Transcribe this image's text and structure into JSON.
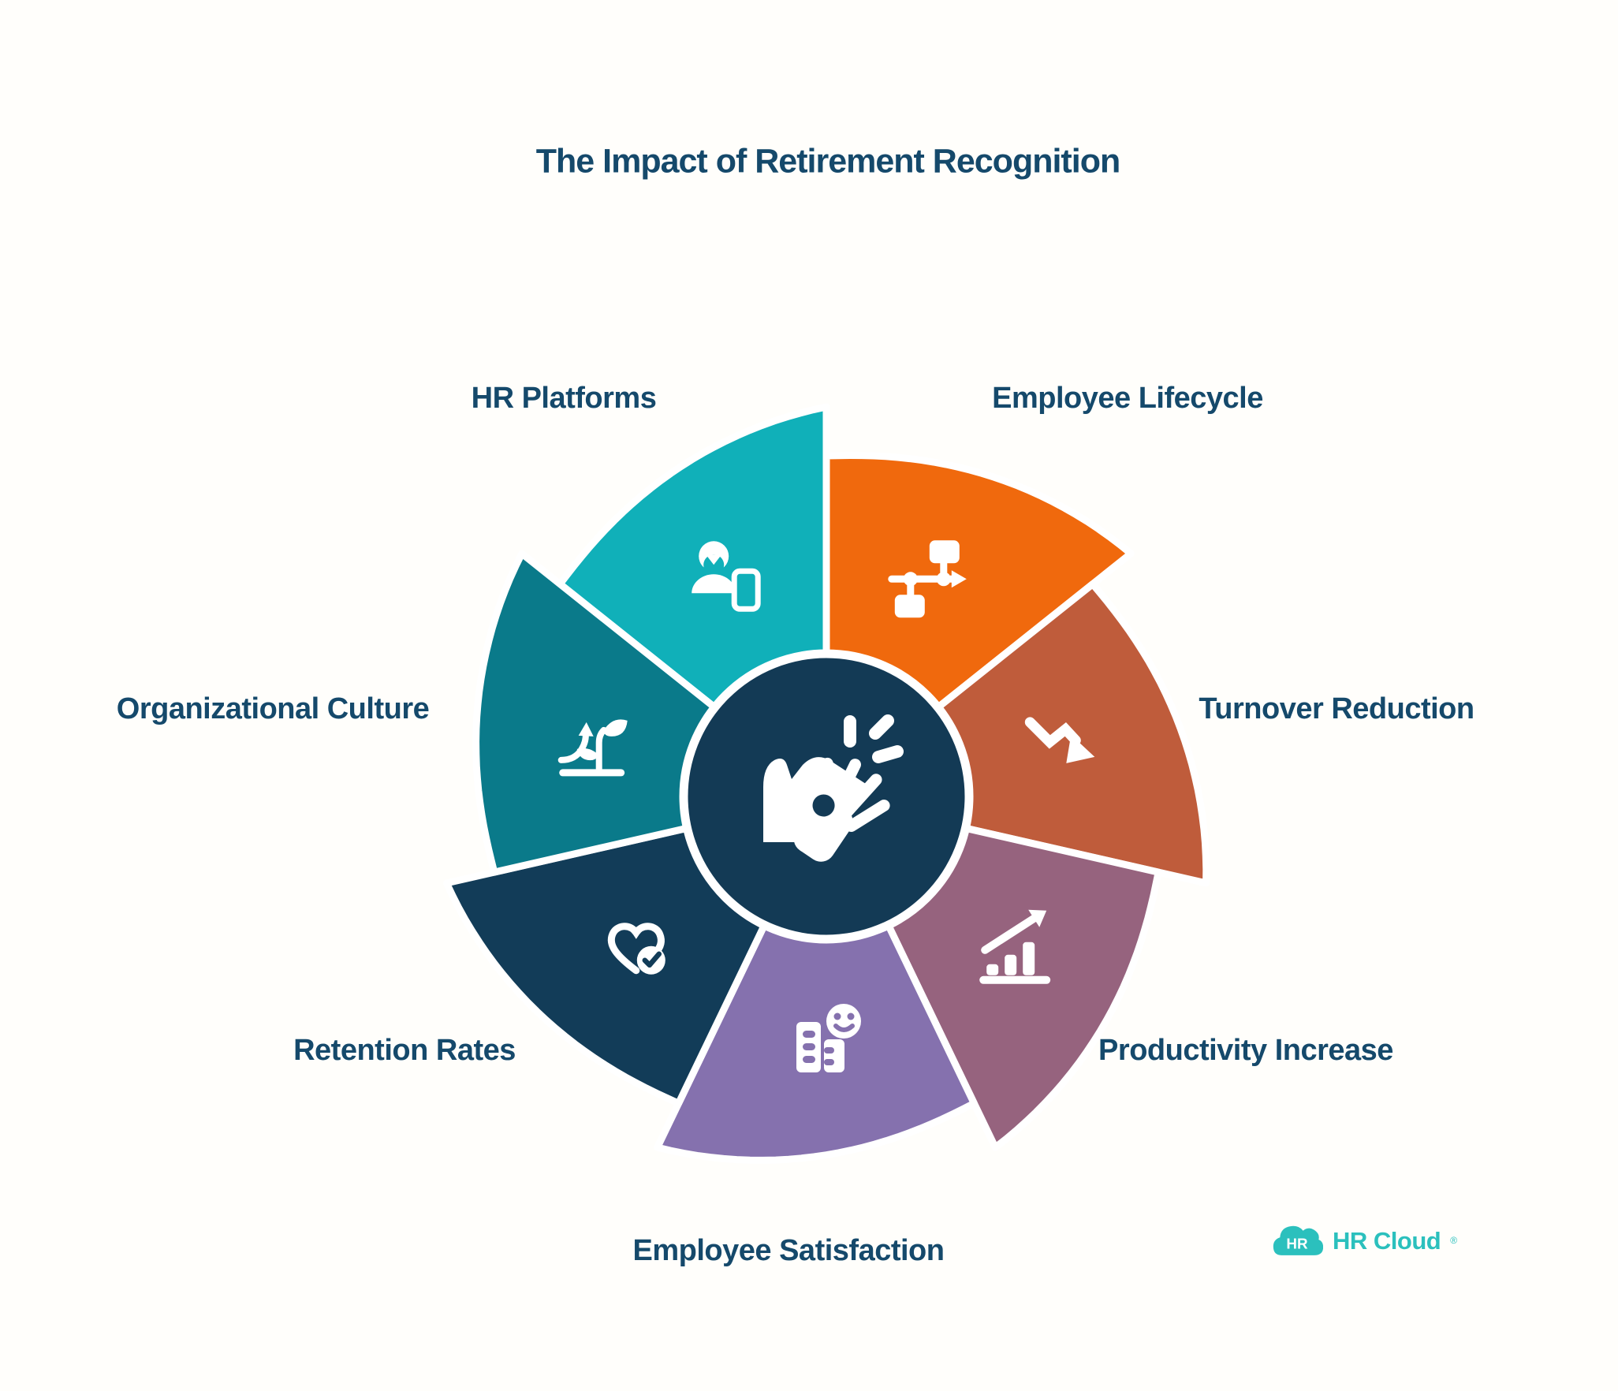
{
  "title": "The Impact of Retirement Recognition",
  "colors": {
    "background": "#FFFEFB",
    "ink": "#15496B",
    "badge": "#133A55",
    "white": "#FFFFFF",
    "logo_teal": "#2BC0BD"
  },
  "wheel": {
    "center_icon": "clapping-hands-icon",
    "segments": [
      {
        "label": "HR Platforms",
        "color": "#10B0B9",
        "icon": "person-phone-icon"
      },
      {
        "label": "Employee Lifecycle",
        "color": "#F0690D",
        "icon": "flowchart-icon"
      },
      {
        "label": "Turnover Reduction",
        "color": "#BF5C3B",
        "icon": "downtrend-arrow-icon"
      },
      {
        "label": "Productivity Increase",
        "color": "#96637E",
        "icon": "bar-growth-icon"
      },
      {
        "label": "Employee Satisfaction",
        "color": "#8571AE",
        "icon": "building-smiley-icon"
      },
      {
        "label": "Retention Rates",
        "color": "#123C58",
        "icon": "heart-check-icon"
      },
      {
        "label": "Organizational Culture",
        "color": "#0A7A8A",
        "icon": "growth-plant-icon"
      }
    ]
  },
  "logo": {
    "badge_text": "HR",
    "name": "HR Cloud",
    "registered_mark": "®"
  }
}
